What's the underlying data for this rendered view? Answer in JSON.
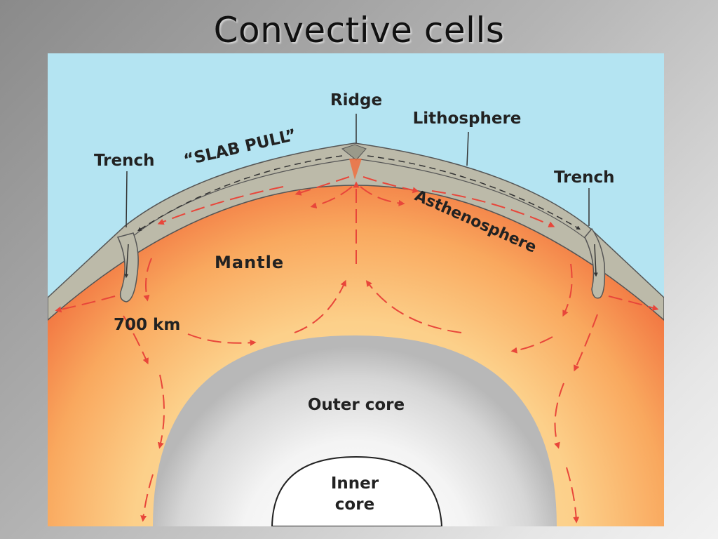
{
  "title": "Convective cells",
  "labels": {
    "ridge": "Ridge",
    "lithosphere": "Lithosphere",
    "slab_pull": "“SLAB PULL”",
    "trench_left": "Trench",
    "trench_right": "Trench",
    "asthenosphere": "Asthenosphere",
    "mantle": "Mantle",
    "depth": "700 km",
    "outer_core": "Outer core",
    "inner_core_line1": "Inner",
    "inner_core_line2": "core"
  },
  "colors": {
    "sky": "#b4e4f2",
    "mantle_outer": "#f2703a",
    "mantle_inner": "#fcd79a",
    "plate": "#bdbbae",
    "outer_core": "#bcbcbc",
    "inner_core": "#ffffff",
    "flow_arrows": "#e8463a"
  }
}
